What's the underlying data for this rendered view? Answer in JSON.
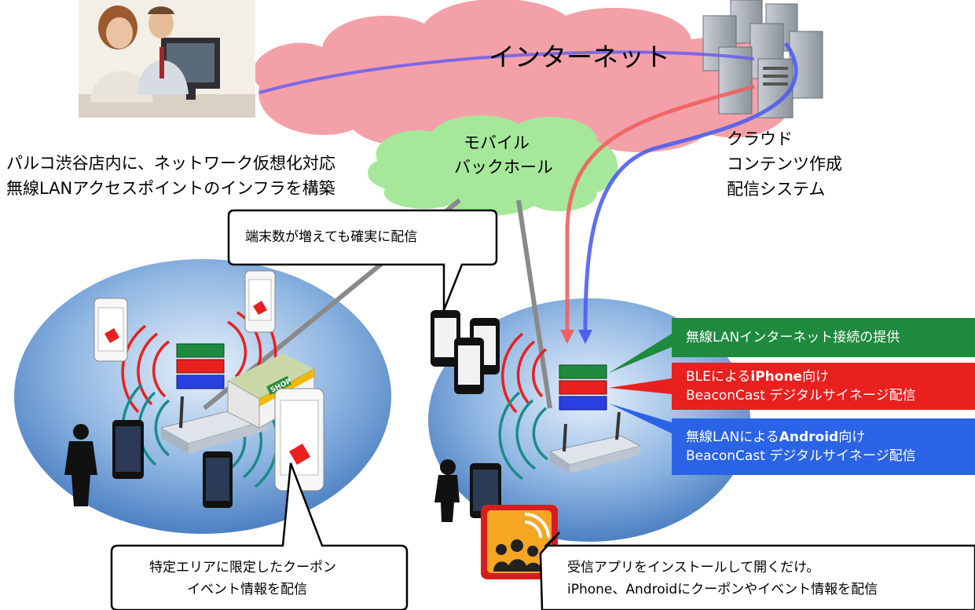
{
  "cloud_internet": "インターネット",
  "cloud_mobile": [
    "モバイル",
    "バックホール"
  ],
  "cloud_service": [
    "クラウド",
    "コンテンツ作成",
    "配信システム"
  ],
  "infra_text": [
    "パルコ渋谷店内に、ネットワーク仮想化対応",
    "無線LANアクセスポイントのインフラを構築"
  ],
  "callouts": {
    "terminals": "端末数が増えても確実に配信",
    "area": [
      "特定エリアに限定したクーポン",
      "イベント情報を配信"
    ],
    "app": [
      "受信アプリをインストールして開くだけ。",
      "iPhone、Androidにクーポンやイベント情報を配信"
    ]
  },
  "banners": {
    "green": "無線LANインターネット接続の提供",
    "red_l1_pre": "BLEによる",
    "red_l1_bold": "iPhone",
    "red_l1_post": "向け",
    "red_l2": "BeaconCast デジタルサイネージ配信",
    "blue_l1_pre": "無線LANによる",
    "blue_l1_bold": "Android",
    "blue_l1_post": "向け",
    "blue_l2": "BeaconCast デジタルサイネージ配信"
  },
  "shop_sign": "SHOP",
  "colors": {
    "green": "#1e8a3e",
    "red": "#e8201e",
    "blue": "#2a63e6",
    "cloud_pink": "#f4a0a8",
    "cloud_green": "#a6e89a"
  },
  "icons": [
    "office-workers-photo",
    "server-rack-icon",
    "router-icon",
    "smartphone-icon",
    "shop-icon",
    "signal-waves-icon",
    "person-silhouette-icon",
    "beacon-app-icon"
  ]
}
